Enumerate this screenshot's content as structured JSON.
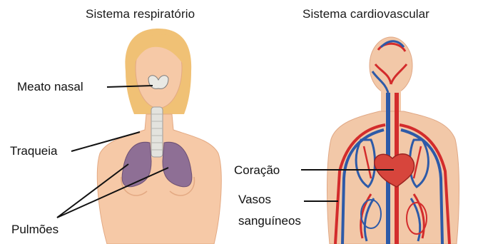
{
  "panels": {
    "respiratory": {
      "title": "Sistema respiratório",
      "labels": {
        "nasal": "Meato nasal",
        "trachea": "Traqueia",
        "lungs": "Pulmões"
      }
    },
    "cardiovascular": {
      "title": "Sistema cardiovascular",
      "labels": {
        "heart": "Coração",
        "vessels_line1": "Vasos",
        "vessels_line2": "sanguíneos"
      }
    }
  },
  "colors": {
    "skin": "#f6c9a7",
    "skin_shadow": "#e8ad88",
    "hair": "#f0c175",
    "lung": "#8e6f95",
    "artery": "#d32c2c",
    "vein": "#2d5aa8",
    "leader": "#111111"
  }
}
